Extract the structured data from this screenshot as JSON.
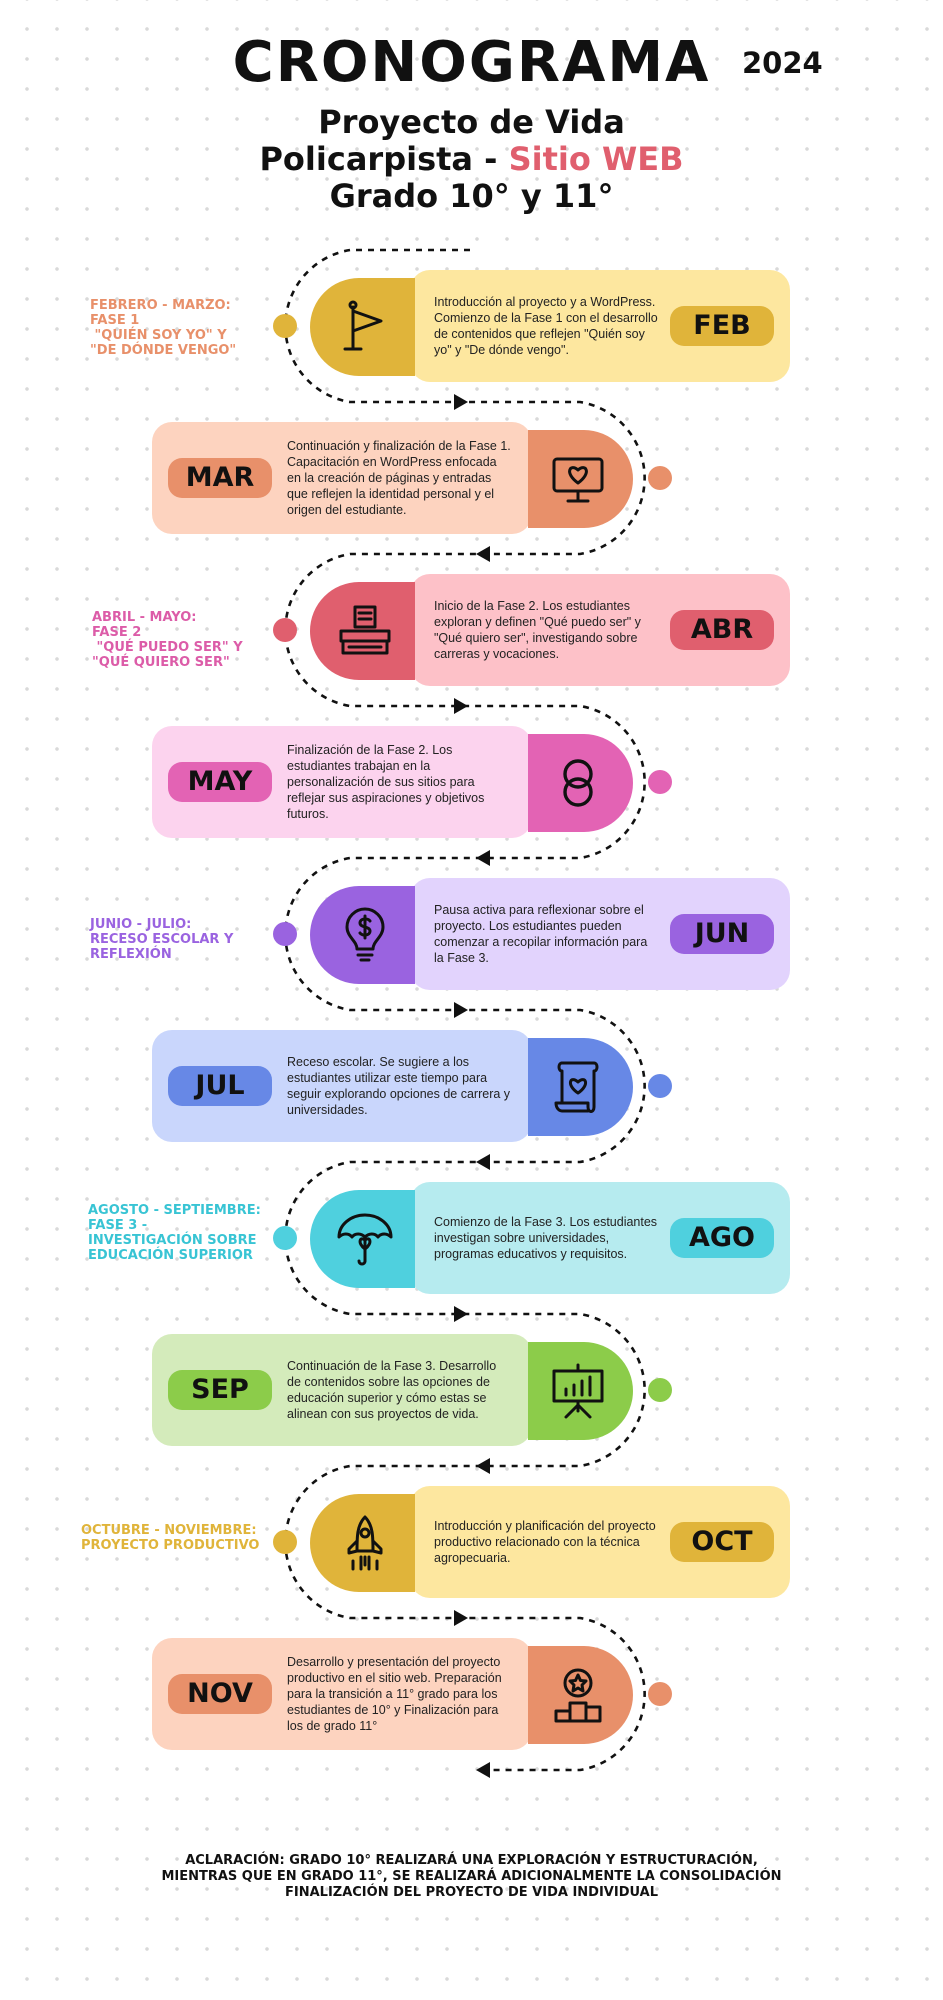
{
  "header": {
    "title": "CRONOGRAMA",
    "year": "2024",
    "subtitle_line1": "Proyecto de Vida",
    "subtitle_line2_a": "Policarpista - ",
    "subtitle_line2_b": "Sitio WEB",
    "subtitle_line3": "Grado 10° y 11°",
    "accent_color": "#e05f6e"
  },
  "phases": [
    {
      "label": "FEBRERO - MARZO:\nFASE 1\n \"QUIÉN SOY YO\" Y\n\"DE DÓNDE VENGO\"",
      "color": "#e8906a"
    },
    {
      "label": "ABRIL - MAYO:\nFASE 2\n \"QUÉ PUEDO SER\" Y\n\"QUÉ QUIERO SER\"",
      "color": "#dc5ca8"
    },
    {
      "label": "JUNIO - JULIO:\nRECESO ESCOLAR Y\nREFLEXIÓN",
      "color": "#9a63e0"
    },
    {
      "label": "AGOSTO - SEPTIEMBRE:\nFASE 3 -\nINVESTIGACIÓN SOBRE\nEDUCACIÓN SUPERIOR",
      "color": "#38c4d4"
    },
    {
      "label": "OCTUBRE - NOVIEMBRE:\nPROYECTO PRODUCTIVO",
      "color": "#e0b43a"
    }
  ],
  "months": [
    {
      "code": "FEB",
      "icon": "flag-icon",
      "card": "#fde79f",
      "pill": "#e0b43a",
      "accent": "#e0b43a",
      "text": "Introducción al proyecto y a WordPress. Comienzo de la Fase 1 con el desarrollo de contenidos que reflejen \"Quién soy yo\" y \"De dónde vengo\"."
    },
    {
      "code": "MAR",
      "icon": "monitor-heart-icon",
      "card": "#fdd3bf",
      "pill": "#e8906a",
      "accent": "#e8906a",
      "text": "Continuación y finalización de la Fase 1. Capacitación en WordPress enfocada en la creación de páginas y entradas que reflejen la identidad personal y el origen del estudiante."
    },
    {
      "code": "ABR",
      "icon": "typewriter-icon",
      "card": "#fdc1c8",
      "pill": "#e05f6e",
      "accent": "#e05f6e",
      "text": "Inicio de la Fase 2. Los estudiantes exploran y definen \"Qué puedo ser\" y \"Qué quiero ser\", investigando sobre carreras y vocaciones."
    },
    {
      "code": "MAY",
      "icon": "rings-icon",
      "card": "#fcd3ee",
      "pill": "#e363b4",
      "accent": "#e363b4",
      "text": "Finalización de la Fase 2. Los estudiantes trabajan en la personalización de sus sitios para reflejar sus aspiraciones y objetivos futuros."
    },
    {
      "code": "JUN",
      "icon": "lightbulb-dollar-icon",
      "card": "#e2d3fd",
      "pill": "#9a63e0",
      "accent": "#9a63e0",
      "text": "Pausa activa para reflexionar sobre el proyecto. Los estudiantes pueden comenzar a recopilar información para la Fase 3."
    },
    {
      "code": "JUL",
      "icon": "scroll-heart-icon",
      "card": "#c9d6fc",
      "pill": "#6788e6",
      "accent": "#6788e6",
      "text": "Receso escolar. Se sugiere a los estudiantes utilizar este tiempo para seguir explorando opciones de carrera y universidades."
    },
    {
      "code": "AGO",
      "icon": "umbrella-heart-icon",
      "card": "#b6ebef",
      "pill": "#4fd0de",
      "accent": "#4fd0de",
      "text": "Comienzo de la Fase 3. Los estudiantes investigan sobre universidades, programas educativos y requisitos."
    },
    {
      "code": "SEP",
      "icon": "presentation-chart-icon",
      "card": "#d4ebbb",
      "pill": "#8ccc4a",
      "accent": "#8ccc4a",
      "text": "Continuación de la Fase 3. Desarrollo de contenidos sobre las opciones de educación superior y cómo estas se alinean con sus proyectos de vida."
    },
    {
      "code": "OCT",
      "icon": "rocket-icon",
      "card": "#fde79f",
      "pill": "#e0b43a",
      "accent": "#e0b43a",
      "text": "Introducción y planificación del proyecto productivo relacionado con la técnica agropecuaria."
    },
    {
      "code": "NOV",
      "icon": "podium-star-icon",
      "card": "#fdd3bf",
      "pill": "#e8906a",
      "accent": "#e8906a",
      "text": "Desarrollo y presentación del proyecto productivo en el sitio web. Preparación para la transición a 11° grado para los estudiantes de 10° y Finalización para los de grado 11°"
    }
  ],
  "note": {
    "line1": "ACLARACIÓN: GRADO 10° REALIZARÁ UNA EXPLORACIÓN Y ESTRUCTURACIÓN,",
    "line2": "MIENTRAS QUE EN GRADO 11°, SE REALIZARÁ ADICIONALMENTE LA CONSOLIDACIÓN",
    "line3": "FINALIZACIÓN DEL PROYECTO DE VIDA INDIVIDUAL"
  }
}
